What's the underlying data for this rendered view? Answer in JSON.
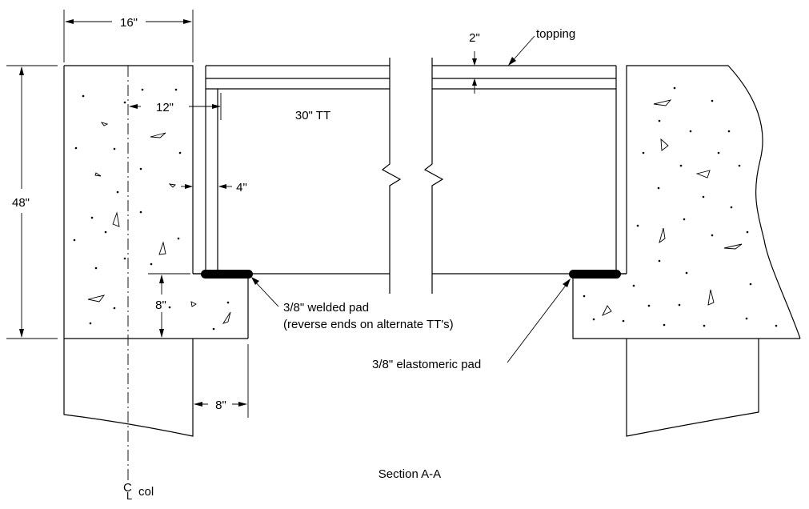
{
  "title": "Section A-A",
  "dimensions": {
    "column_width": "16\"",
    "column_height": "48\"",
    "stem_offset": "12\"",
    "stem_width": "4\"",
    "topping_thickness": "2\"",
    "corbel_depth": "8\"",
    "corbel_projection": "8\""
  },
  "labels": {
    "topping": "topping",
    "member": "30\" TT",
    "welded_pad_line1": "3/8\" welded pad",
    "welded_pad_line2": "(reverse ends on alternate TT's)",
    "elastomeric_pad": "3/8\" elastomeric pad",
    "centerline_symbol": "C",
    "centerline_symbol_sub": "L",
    "centerline_text": "col"
  },
  "colors": {
    "line": "#000000",
    "pad": "#000000",
    "background": "#ffffff"
  }
}
